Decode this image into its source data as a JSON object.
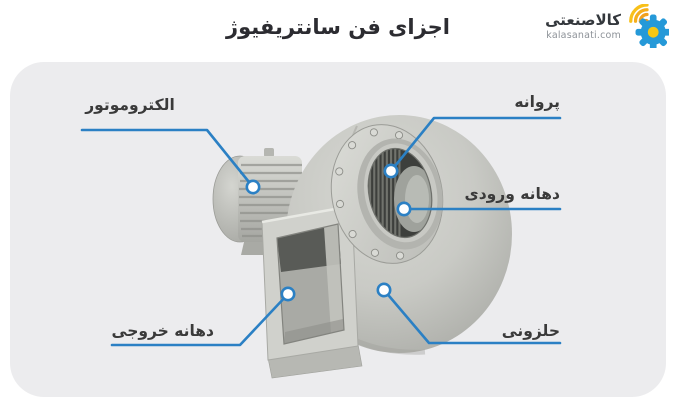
{
  "header": {
    "title": "اجزای فن سانتریفیوژ",
    "logo": {
      "name": "کالاصنعتی",
      "domain": "kalasanati.com",
      "icon": "gear-wifi-icon"
    }
  },
  "diagram": {
    "subject": "centrifugal-fan-photo",
    "labels": [
      {
        "id": "electromotor",
        "text": "الکتروموتور"
      },
      {
        "id": "impeller",
        "text": "پروانه"
      },
      {
        "id": "inlet",
        "text": "دهانه ورودی"
      },
      {
        "id": "outlet",
        "text": "دهانه خروجی"
      },
      {
        "id": "volute",
        "text": "حلزونی"
      }
    ]
  },
  "colors": {
    "leader_line": "#2b80c4",
    "card_background": "#ececee",
    "label_text": "#3a3a3a",
    "title_text": "#2c2c31",
    "logo_gear_blue": "#2599d8",
    "logo_center_yellow": "#f6c714",
    "logo_signal_orange": "#f0a01e",
    "fan_body_gray": "#c9cac5",
    "fan_dark_opening": "#3d3f3c"
  }
}
